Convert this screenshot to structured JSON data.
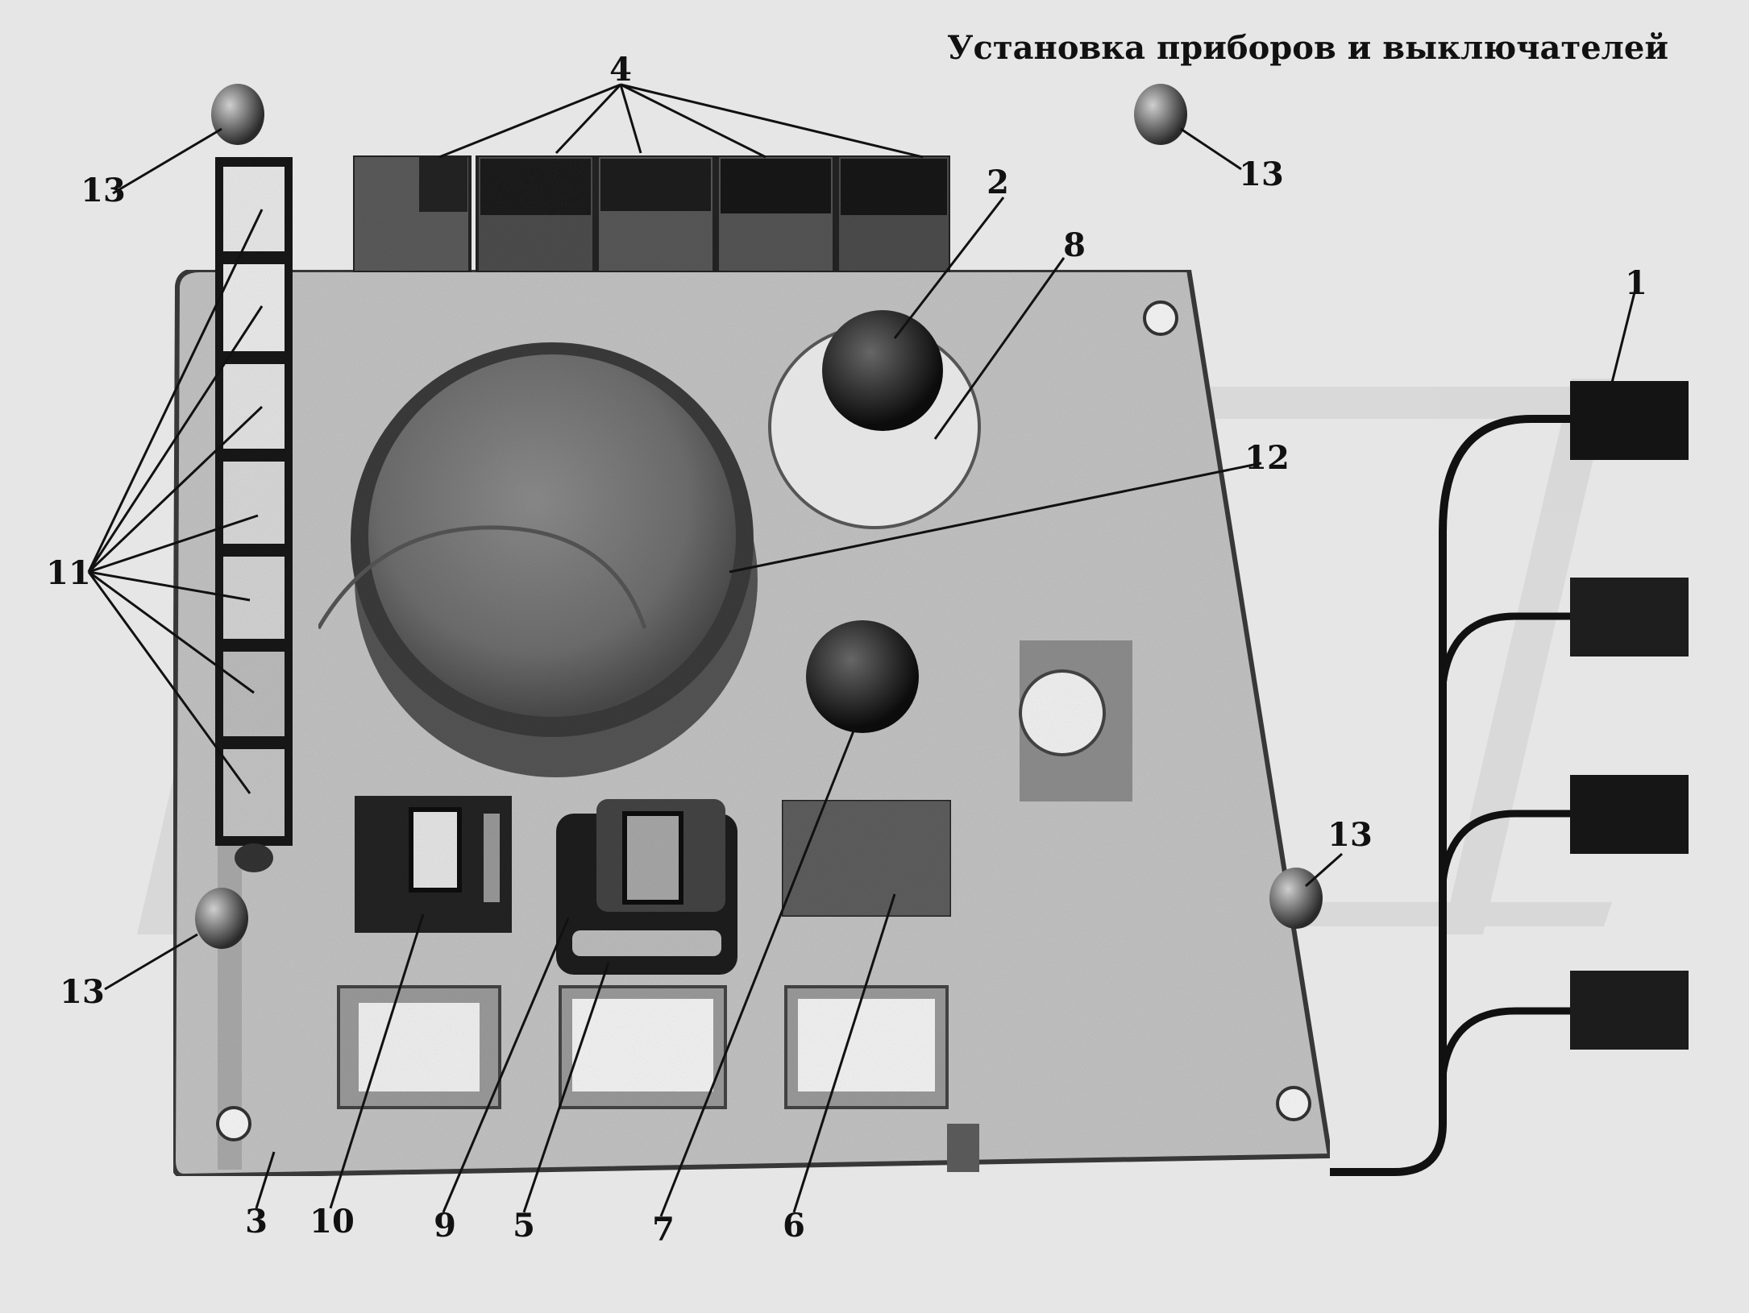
{
  "title": "Установка приборов и выключателей",
  "callouts": [
    {
      "id": "label-1",
      "text": "1"
    },
    {
      "id": "label-2",
      "text": "2"
    },
    {
      "id": "label-3",
      "text": "3"
    },
    {
      "id": "label-4",
      "text": "4"
    },
    {
      "id": "label-5",
      "text": "5"
    },
    {
      "id": "label-6",
      "text": "6"
    },
    {
      "id": "label-7",
      "text": "7"
    },
    {
      "id": "label-8",
      "text": "8"
    },
    {
      "id": "label-9",
      "text": "9"
    },
    {
      "id": "label-10",
      "text": "10"
    },
    {
      "id": "label-11",
      "text": "11"
    },
    {
      "id": "label-12",
      "text": "12"
    },
    {
      "id": "label-13a",
      "text": "13"
    },
    {
      "id": "label-13b",
      "text": "13"
    },
    {
      "id": "label-13c",
      "text": "13"
    },
    {
      "id": "label-13d",
      "text": "13"
    }
  ]
}
